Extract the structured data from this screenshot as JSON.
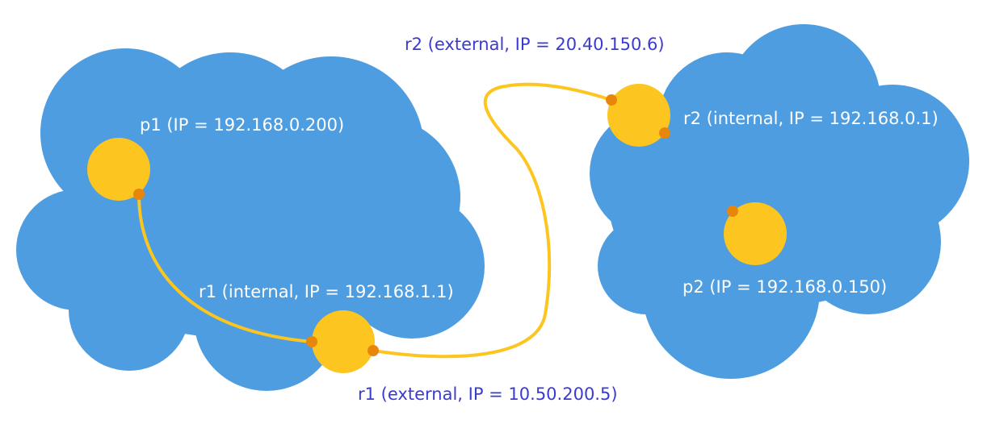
{
  "colors": {
    "cloud": "#4d9de0",
    "node": "#fcc51f",
    "port": "#e8860b",
    "link": "#fcc51f",
    "inner_text": "#ffffff",
    "outer_text": "#3b3bd1",
    "background": "#ffffff"
  },
  "networks": [
    {
      "hosts": {
        "p1": {
          "label": "p1 (IP = 192.168.0.200)"
        },
        "r1_internal": {
          "label": "r1 (internal, IP = 192.168.1.1)"
        }
      }
    },
    {
      "hosts": {
        "r2_internal": {
          "label": "r2 (internal, IP = 192.168.0.1)"
        },
        "p2": {
          "label": "p2 (IP = 192.168.0.150)"
        }
      }
    }
  ],
  "external": {
    "r1": {
      "label": "r1 (external, IP = 10.50.200.5)"
    },
    "r2": {
      "label": "r2 (external, IP = 20.40.150.6)"
    }
  }
}
